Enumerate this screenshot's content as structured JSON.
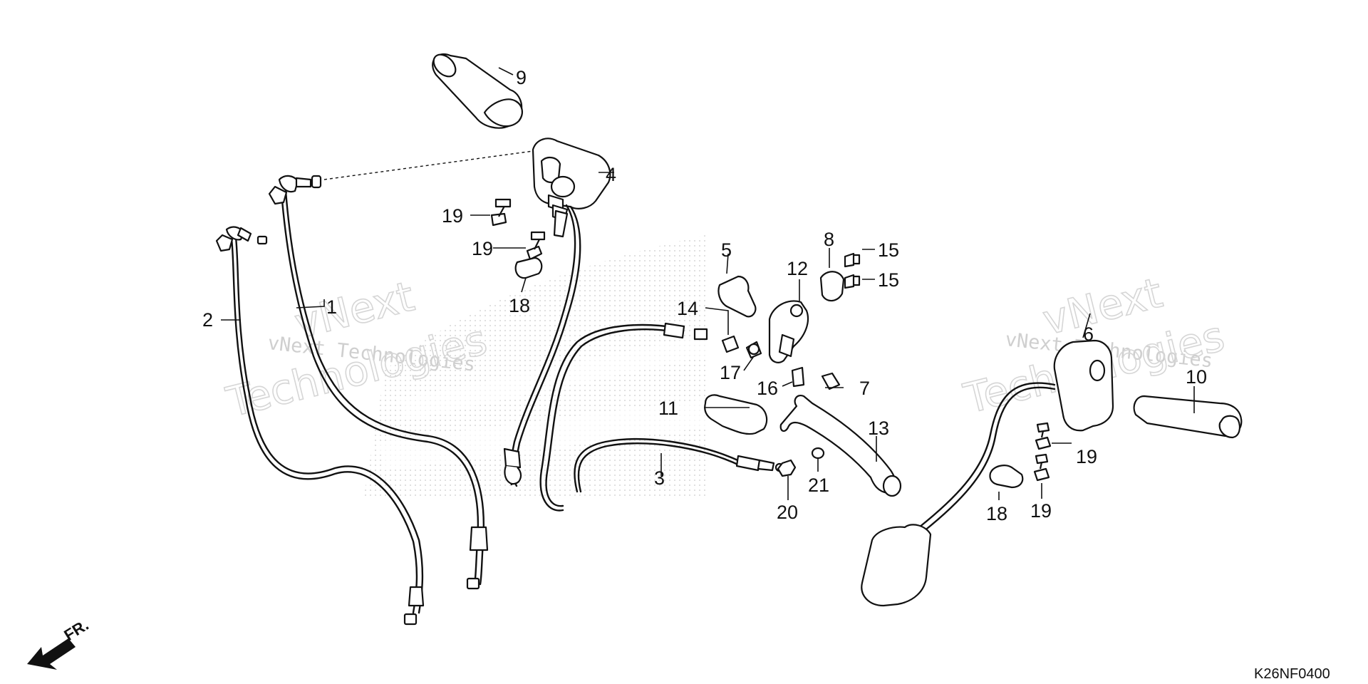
{
  "diagram": {
    "drawing_code": "K26NF0400",
    "direction_label": "FR.",
    "watermark": {
      "line_text": "vNext Technologies",
      "outline_word_1": "vNext",
      "outline_word_2": "Technologies"
    },
    "callouts": [
      {
        "id": "c1",
        "label": "1"
      },
      {
        "id": "c2",
        "label": "2"
      },
      {
        "id": "c3",
        "label": "3"
      },
      {
        "id": "c4",
        "label": "4"
      },
      {
        "id": "c5",
        "label": "5"
      },
      {
        "id": "c6",
        "label": "6"
      },
      {
        "id": "c7",
        "label": "7"
      },
      {
        "id": "c8",
        "label": "8"
      },
      {
        "id": "c9",
        "label": "9"
      },
      {
        "id": "c10",
        "label": "10"
      },
      {
        "id": "c11",
        "label": "11"
      },
      {
        "id": "c12",
        "label": "12"
      },
      {
        "id": "c13",
        "label": "13"
      },
      {
        "id": "c14",
        "label": "14"
      },
      {
        "id": "c15a",
        "label": "15"
      },
      {
        "id": "c15b",
        "label": "15"
      },
      {
        "id": "c16",
        "label": "16"
      },
      {
        "id": "c17",
        "label": "17"
      },
      {
        "id": "c18a",
        "label": "18"
      },
      {
        "id": "c18b",
        "label": "18"
      },
      {
        "id": "c19a",
        "label": "19"
      },
      {
        "id": "c19b",
        "label": "19"
      },
      {
        "id": "c19c",
        "label": "19"
      },
      {
        "id": "c19d",
        "label": "19"
      },
      {
        "id": "c20",
        "label": "20"
      },
      {
        "id": "c21",
        "label": "21"
      }
    ]
  }
}
